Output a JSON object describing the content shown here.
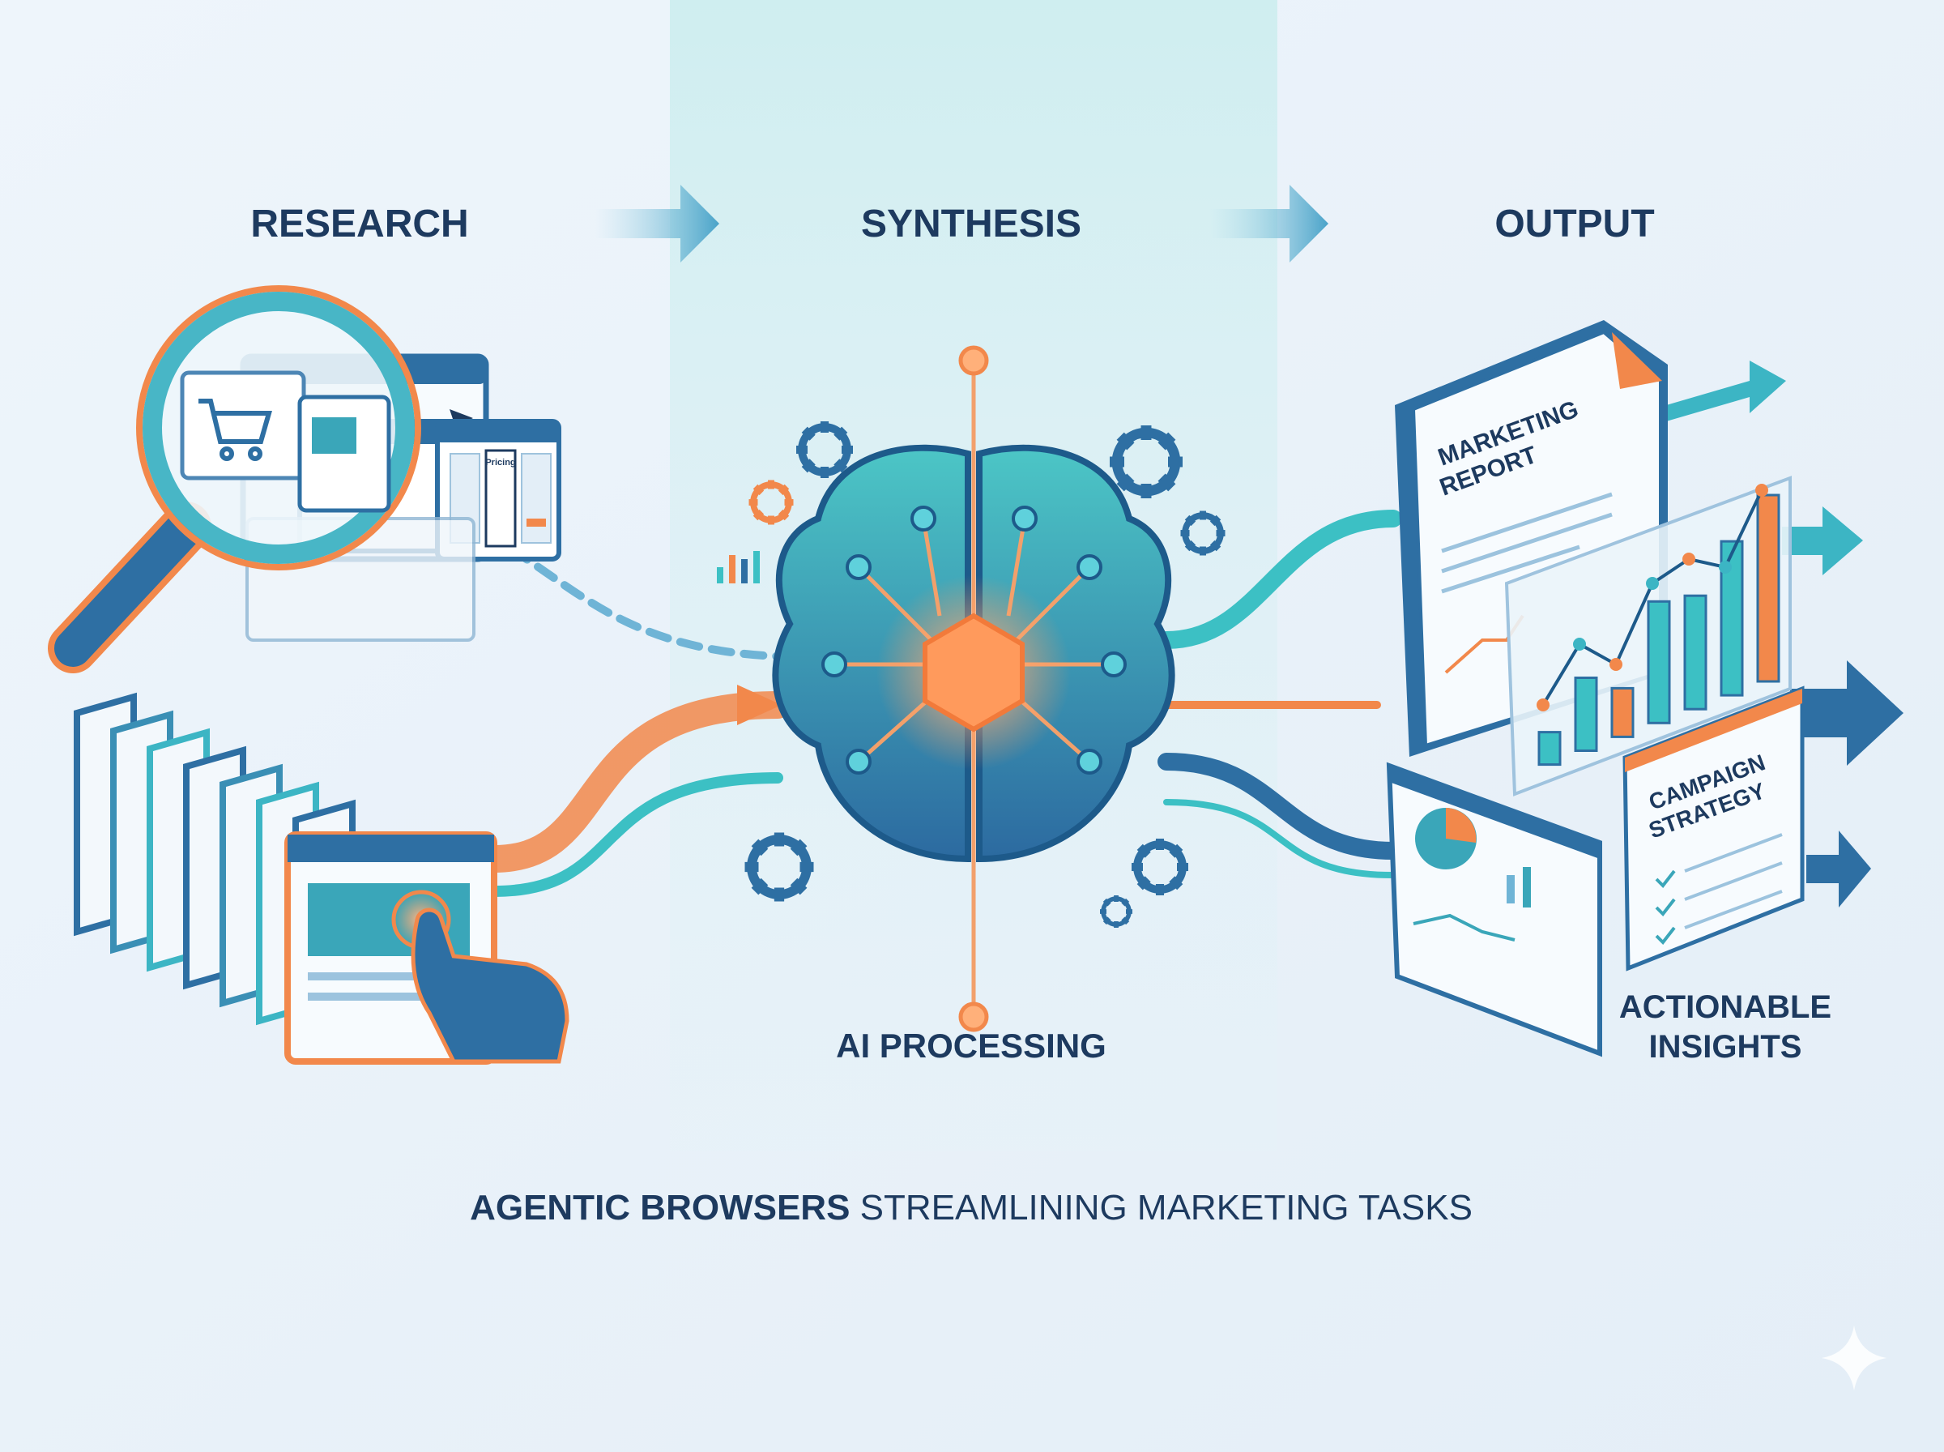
{
  "stages": [
    {
      "label": "RESEARCH"
    },
    {
      "label": "SYNTHESIS"
    },
    {
      "label": "OUTPUT"
    }
  ],
  "research": {
    "pricing_card_labels": [
      "Pricing"
    ]
  },
  "synthesis": {
    "caption": "AI PROCESSING"
  },
  "output": {
    "report_title_line1": "MARKETING",
    "report_title_line2": "REPORT",
    "campaign_line1": "CAMPAIGN",
    "campaign_line2": "STRATEGY",
    "insights_line1": "ACTIONABLE",
    "insights_line2": "INSIGHTS"
  },
  "footer": {
    "title_bold": "AGENTIC BROWSERS",
    "title_rest": " STREAMLINING MARKETING TASKS"
  },
  "colors": {
    "navy": "#1d3a5f",
    "blue": "#2e6fa3",
    "teal": "#3cc0c4",
    "orange": "#f2884b",
    "background": "#e9f2f9"
  },
  "icons": [
    "magnifier-icon",
    "shopping-cart-icon",
    "cursor-icon",
    "pointing-hand-icon",
    "brain-circuit-icon",
    "gear-icon",
    "bar-chart-icon",
    "pie-chart-icon",
    "checkmark-icon",
    "arrow-right-icon",
    "sparkle-icon"
  ]
}
